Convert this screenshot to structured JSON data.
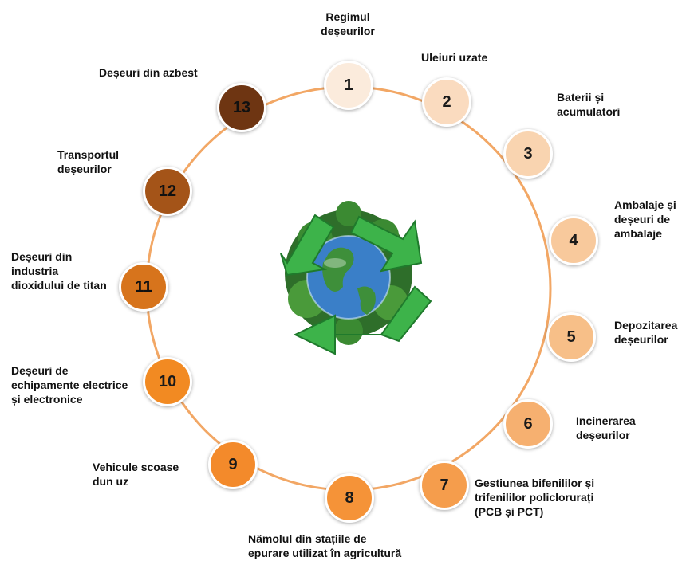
{
  "nodes": [
    {
      "number": "1",
      "label": "Regimul\ndeșeurilor",
      "color": "#fbebdc"
    },
    {
      "number": "2",
      "label": "Uleiuri uzate",
      "color": "#fadbbf"
    },
    {
      "number": "3",
      "label": "Baterii și\nacumulatori",
      "color": "#f9d4b0"
    },
    {
      "number": "4",
      "label": "Ambalaje și\ndeșeuri de\nambalaje",
      "color": "#f8c99c"
    },
    {
      "number": "5",
      "label": "Depozitarea\ndeșeurilor",
      "color": "#f7bf88"
    },
    {
      "number": "6",
      "label": "Incinerarea\ndeșeurilor",
      "color": "#f6b070"
    },
    {
      "number": "7",
      "label": "Gestiunea bifenililor și\ntrifenililor policlorurați\n(PCB și PCT)",
      "color": "#f59d4c"
    },
    {
      "number": "8",
      "label": "Nămolul  din stațiile de\nepurare  utilizat în agricultură",
      "color": "#f59338"
    },
    {
      "number": "9",
      "label": "Vehicule scoase\ndun uz",
      "color": "#f38a2b"
    },
    {
      "number": "10",
      "label": "Deșeuri de\nechipamente electrice\nși electronice",
      "color": "#f28a22"
    },
    {
      "number": "11",
      "label": "Deșeuri din\nindustria\ndioxidului  de titan",
      "color": "#d7741c"
    },
    {
      "number": "12",
      "label": "Transportul\ndeșeurilor",
      "color": "#a45418"
    },
    {
      "number": "13",
      "label": "Deșeuri din azbest",
      "color": "#6e3512"
    }
  ],
  "colors": {
    "ring": "#f2a765",
    "arrow_green": "#3db34a",
    "arrow_dark": "#1f7a2c",
    "globe_ocean": "#3a7fc8",
    "globe_land": "#3e8f3a",
    "foliage": "#2e6e2a"
  },
  "icons": {
    "center": "recycle-globe-icon"
  }
}
